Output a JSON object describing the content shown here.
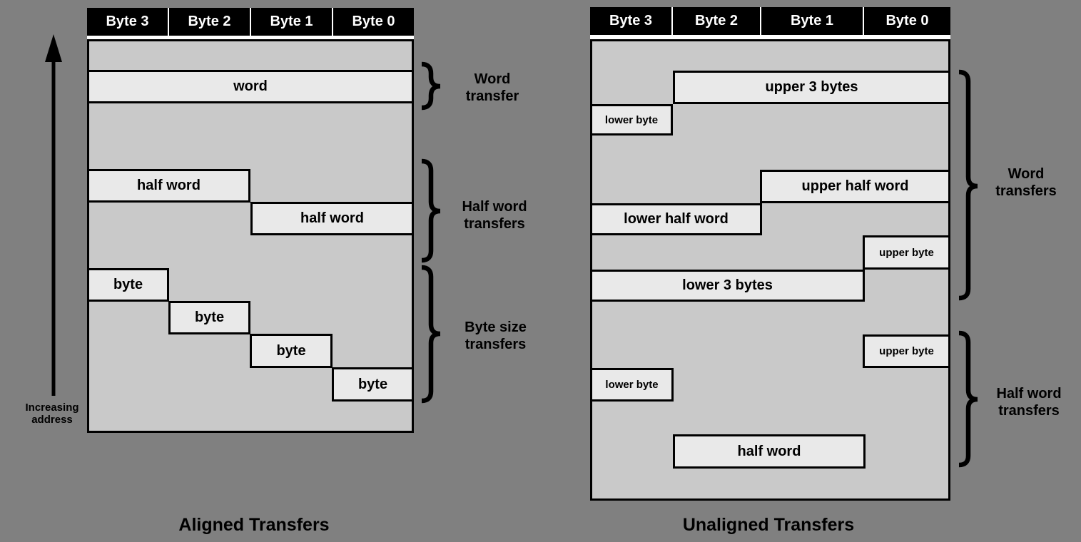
{
  "colors": {
    "background": "#808080",
    "panel-body": "#c9c9c9",
    "box-fill": "#e9e9e9",
    "header-bg": "#000000",
    "header-text": "#ffffff",
    "line": "#000000"
  },
  "left": {
    "caption": "Aligned Transfers",
    "axis_label": "Increasing address",
    "header": [
      "Byte 3",
      "Byte 2",
      "Byte 1",
      "Byte 0"
    ],
    "boxes": {
      "word": "word",
      "half_word_upper": "half word",
      "half_word_lower": "half word",
      "byte3": "byte",
      "byte2": "byte",
      "byte1": "byte",
      "byte0": "byte"
    },
    "brackets": {
      "word": "Word transfer",
      "half_word": "Half word transfers",
      "byte": "Byte size transfers"
    }
  },
  "right": {
    "caption": "Unaligned Transfers",
    "header": [
      "Byte 3",
      "Byte 2",
      "Byte 1",
      "Byte 0"
    ],
    "boxes": {
      "upper_3_bytes": "upper 3 bytes",
      "lower_byte_word": "lower byte",
      "upper_half_word": "upper half word",
      "lower_half_word": "lower half word",
      "upper_byte_word": "upper byte",
      "lower_3_bytes": "lower 3 bytes",
      "upper_byte_half": "upper byte",
      "lower_byte_half": "lower byte",
      "half_word": "half word"
    },
    "brackets": {
      "word": "Word transfers",
      "half_word": "Half word transfers"
    }
  }
}
